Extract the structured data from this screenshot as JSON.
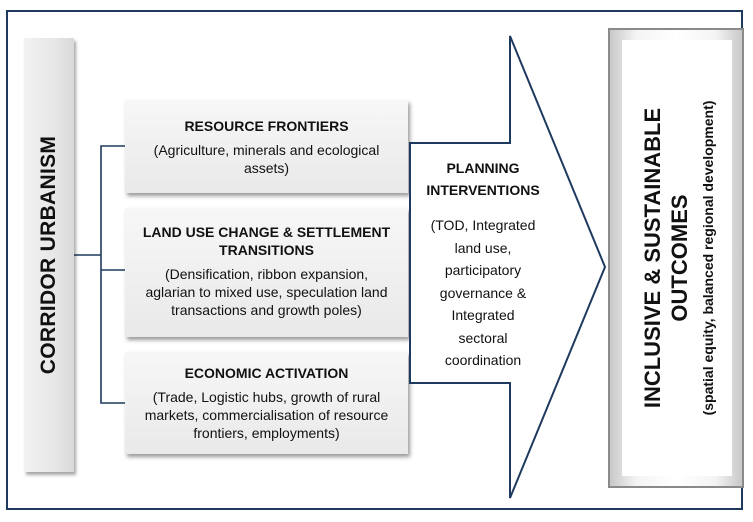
{
  "left_bar": {
    "title": "CORRIDOR URBANISM"
  },
  "boxes": [
    {
      "title": "RESOURCE FRONTIERS",
      "lines": [
        "(Agriculture, minerals and ecological",
        "assets)"
      ]
    },
    {
      "title_lines": [
        "LAND USE CHANGE & SETTLEMENT",
        "TRANSITIONS"
      ],
      "lines": [
        "(Densification, ribbon expansion,",
        "aglarian to mixed use, speculation land",
        "transactions and growth poles)"
      ]
    },
    {
      "title": "ECONOMIC ACTIVATION",
      "lines": [
        "(Trade, Logistic hubs, growth of rural",
        "markets, commercialisation of resource",
        "frontiers, employments)"
      ]
    }
  ],
  "arrow": {
    "title_lines": [
      "PLANNING",
      "INTERVENTIONS"
    ],
    "lines": [
      "(TOD, Integrated",
      "land use,",
      "participatory",
      "governance &",
      "Integrated",
      "sectoral",
      "coordination"
    ]
  },
  "outcome": {
    "title_lines": [
      "INCLUSIVE & SUSTAINABLE",
      "OUTCOMES"
    ],
    "sub": "(spatial equity, balanced regional development)"
  },
  "colors": {
    "line": "#1f3a5f",
    "frame": "#1f3a5f"
  }
}
